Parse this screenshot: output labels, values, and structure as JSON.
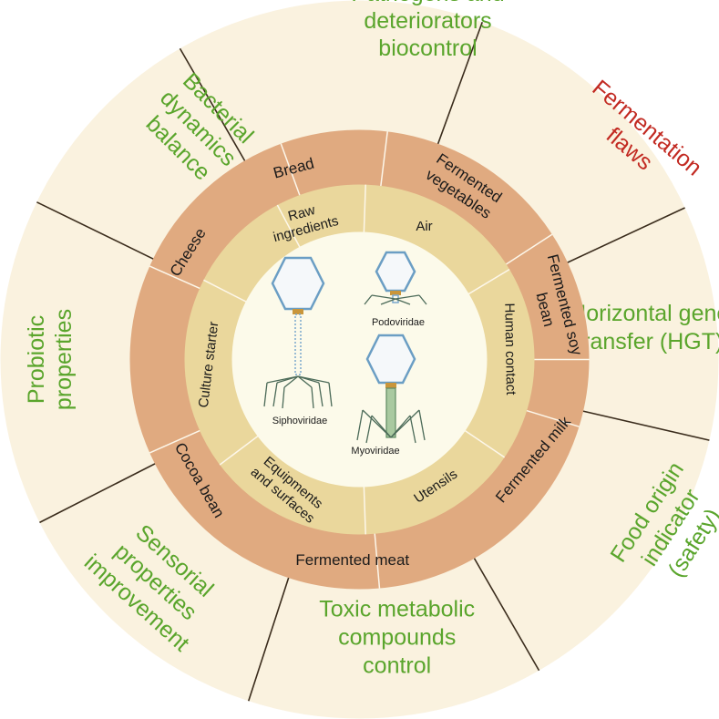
{
  "colors": {
    "outer_ring": "#faf2df",
    "food_ring": "#e0aa80",
    "source_ring": "#ead79c",
    "center": "#fcfaea",
    "divider_outer": "#3a2c1c",
    "divider_inner": "#fdf7ea",
    "benefit_text": "#5aa52c",
    "risk_text": "#c22a22",
    "capsid_stroke": "#6b9ec4",
    "capsid_fill": "#f5f8fa",
    "tail": "#7aa8cc",
    "fibers": "#4b6a58",
    "collar": "#c9963b"
  },
  "outer_ring": [
    {
      "lines": [
        "Pathogens and",
        "deteriorators",
        "biocontrol"
      ],
      "kind": "benefit"
    },
    {
      "lines": [
        "Fermentation",
        "flaws"
      ],
      "kind": "risk"
    },
    {
      "lines": [
        "Horizontal gene",
        "transfer (HGT)"
      ],
      "kind": "benefit"
    },
    {
      "lines": [
        "Food origin",
        "indicator",
        "(safety)"
      ],
      "kind": "benefit"
    },
    {
      "lines": [
        "Toxic metabolic",
        "compounds",
        "control"
      ],
      "kind": "benefit"
    },
    {
      "lines": [
        "Sensorial",
        "properties",
        "improvement"
      ],
      "kind": "benefit"
    },
    {
      "lines": [
        "Probiotic",
        "properties"
      ],
      "kind": "benefit"
    },
    {
      "lines": [
        "Bacterial",
        "dynamics",
        "balance"
      ],
      "kind": "benefit"
    }
  ],
  "food_ring": [
    {
      "lines": [
        "Bread"
      ]
    },
    {
      "lines": [
        "Fermented",
        "vegetables"
      ]
    },
    {
      "lines": [
        "Fermented soy",
        "bean"
      ]
    },
    {
      "lines": [
        "Fermented milk"
      ]
    },
    {
      "lines": [
        "Fermented meat"
      ]
    },
    {
      "lines": [
        "Cocoa bean"
      ]
    },
    {
      "lines": [
        "Cheese"
      ]
    }
  ],
  "source_ring": [
    {
      "lines": [
        "Raw",
        "ingredients"
      ]
    },
    {
      "lines": [
        "Air"
      ]
    },
    {
      "lines": [
        "Human contact"
      ]
    },
    {
      "lines": [
        "Utensils"
      ]
    },
    {
      "lines": [
        "Equipments",
        "and surfaces"
      ]
    },
    {
      "lines": [
        "Culture starter"
      ]
    }
  ],
  "phages": {
    "siphoviridae": "Siphoviridae",
    "podoviridae": "Podoviridae",
    "myoviridae": "Myoviridae"
  }
}
